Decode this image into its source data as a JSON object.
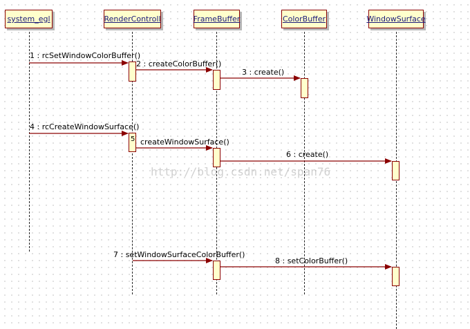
{
  "lifelines": [
    {
      "id": "system_egl",
      "label": "system_egl"
    },
    {
      "id": "rendercontroll",
      "label": "RenderControll"
    },
    {
      "id": "framebuffer",
      "label": "FrameBuffer"
    },
    {
      "id": "colorbuffer",
      "label": "ColorBuffer"
    },
    {
      "id": "windowsurface",
      "label": "WindowSurface"
    }
  ],
  "messages": [
    {
      "label": "1 : rcSetWindowColorBuffer()"
    },
    {
      "label": "2 : createColorBuffer()"
    },
    {
      "label": "3 : create()"
    },
    {
      "label": "4 : rcCreateWindowSurface()"
    },
    {
      "label": "createWindowSurface()"
    },
    {
      "label": "6 : create()"
    },
    {
      "label": "7 : setWindowSurfaceColorBuffer()"
    },
    {
      "label": "8 : setColorBuffer()"
    }
  ],
  "activation_labels": {
    "rc_second": "5"
  },
  "watermark": "http://blog.csdn.net/span76",
  "colors": {
    "box_fill": "#ffffcc",
    "box_border": "#8b0000",
    "arrow": "#8b0000",
    "lifeline_text": "#1a1a7a"
  }
}
